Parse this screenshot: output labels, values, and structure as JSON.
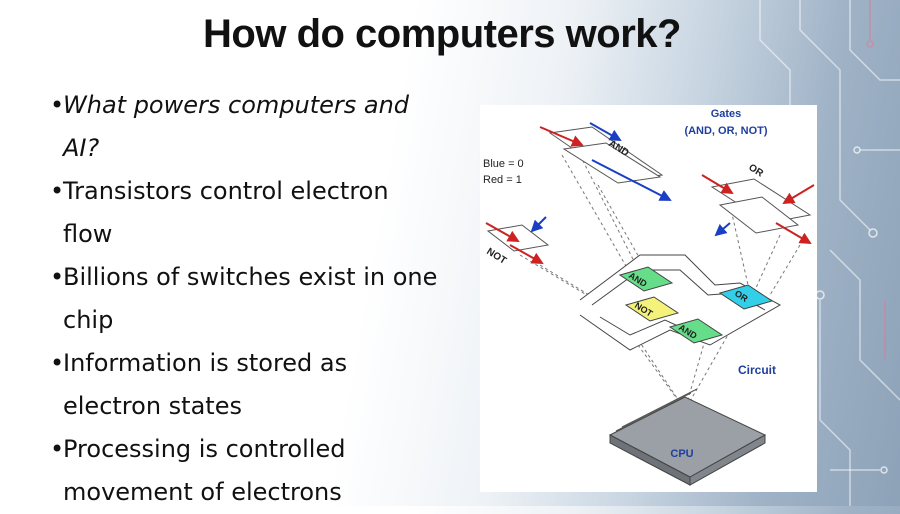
{
  "slide": {
    "title": "How do computers work?"
  },
  "bullets": [
    {
      "marker": "•",
      "text": "What powers computers and",
      "text2": "AI?",
      "style": "italic"
    },
    {
      "marker": "•",
      "text": "Transistors control electron",
      "text2": "flow",
      "style": "normal"
    },
    {
      "marker": "•",
      "text": "Billions of switches exist in one",
      "text2": "chip",
      "style": "normal"
    },
    {
      "marker": "•",
      "text": "Information is stored as",
      "text2": "electron states",
      "style": "normal"
    },
    {
      "marker": "•",
      "text": "Processing is controlled",
      "text2": "movement of electrons",
      "style": "normal"
    }
  ],
  "diagram": {
    "gates_title": "Gates",
    "gates_subtitle": "(AND, OR, NOT)",
    "legend_blue": "Blue = 0",
    "legend_red": "Red = 1",
    "gate_and": "AND",
    "gate_or": "OR",
    "gate_not": "NOT",
    "circuit_and_top": "AND",
    "circuit_not": "NOT",
    "circuit_and_bottom": "AND",
    "circuit_or": "OR",
    "circuit_label": "Circuit",
    "cpu_label": "CPU",
    "colors": {
      "label_blue": "#1f3f9f",
      "zero_blue": "#1a3fc4",
      "one_red": "#cc2222",
      "and_green": "#66dd88",
      "not_yellow": "#f4f27a",
      "or_cyan": "#33cfe8"
    }
  }
}
